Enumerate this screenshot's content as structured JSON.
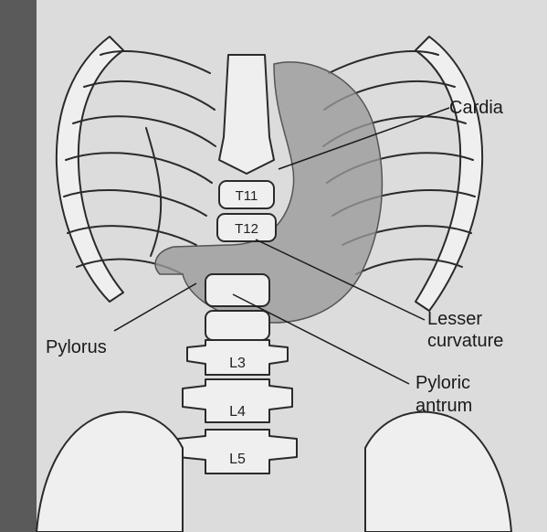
{
  "labels": {
    "cardia": "Cardia",
    "lesser_curvature_line1": "Lesser",
    "lesser_curvature_line2": "curvature",
    "pylorus": "Pylorus",
    "pyloric_antrum_line1": "Pyloric",
    "pyloric_antrum_line2": "antrum"
  },
  "vertebrae": {
    "t11": "T11",
    "t12": "T12",
    "l3": "L3",
    "l4": "L4",
    "l5": "L5"
  },
  "colors": {
    "background_page": "#d9d9d9",
    "bone_fill": "#efefef",
    "stomach_fill": "#9a9a9a",
    "outline": "#2a2a2a"
  }
}
